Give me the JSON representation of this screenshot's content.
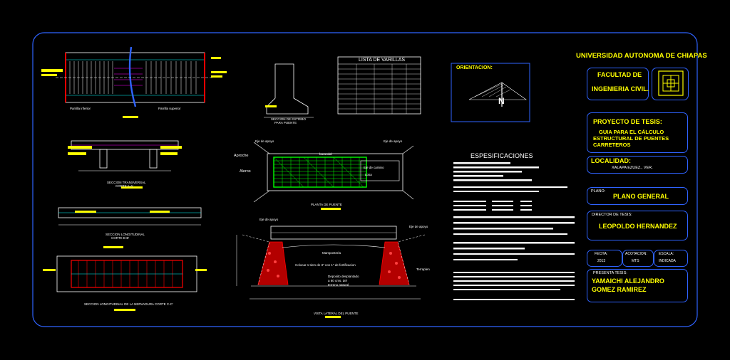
{
  "colors": {
    "background": "#000000",
    "border": "#2f63ff",
    "yellow": "#ffff00",
    "white": "#ffffff",
    "green": "#00ff00",
    "red": "#ff0000",
    "cyan": "#00ffff",
    "magenta": "#ff00ff"
  },
  "title_block": {
    "university": "UNIVERSIDAD AUTONOMA DE CHIAPAS",
    "faculty_line1": "FACULTAD DE",
    "faculty_line2": "INGENIERIA CIVIL.",
    "logo": "unach-emblem-icon",
    "project_label": "PROYECTO DE TESIS:",
    "project_line1": "GUIA PARA EL CÁLCULO",
    "project_line2": "ESTRUCTURAL DE PUENTES",
    "project_line3": "CARRETEROS",
    "locality_label": "LOCALIDAD:",
    "locality_value": "XALAPA EZUEZ., VER.",
    "plan_label": "PLANO:",
    "plan_value": "PLANO GENERAL",
    "director_label": "DIRECTOR DE TESIS:",
    "director_value": "LEOPOLDO HERNANDEZ",
    "date_label": "FECHA:",
    "date_value": "2013",
    "units_label": "ACOTACION:",
    "units_value": "MTS",
    "scale_label": "ESCALA:",
    "scale_value": "INDICADA",
    "presenter_label": "PRESENTA TESIS:",
    "presenter_line1": "YAMAICHI ALEJANDRO",
    "presenter_line2": "GOMEZ RAMIREZ"
  },
  "orientation": {
    "label": "ORIENTACION:",
    "north": "N"
  },
  "specifications": {
    "title": "ESPESIFICACIONES"
  },
  "rebar_table": {
    "title": "LISTA DE VARILLAS"
  },
  "views": {
    "plan_caption": "PLANTA DE PUENTE",
    "side_caption": "VISTA LATERAL DEL PUENTE",
    "transversal_caption1": "SECCION TRANSVERSAL",
    "transversal_caption2": "CORTE A-A'",
    "longitudinal_caption1": "SECCION LONGITUDINAL",
    "longitudinal_caption2": "CORTE B-B'",
    "nervadura_caption": "SECCION LONGITUDINAL DE LA NERVADURA CORTE C-C'",
    "stirrup_caption1": "SECCION DE ESTRIBO",
    "stirrup_caption2": "PARA PUENTE",
    "lower_parrilla": "Parrilla inferior",
    "upper_parrilla": "Parrilla superior",
    "approach": "Aproche",
    "wings": "Aleros",
    "support_axis": "Eje de apoyo",
    "guardrail": "barandal",
    "slab": "Losa",
    "rib_axis": "Eje de camino",
    "stone_masonry": "Mamposteria",
    "concrete_fill": "Colocar 1 tiem de 3\" con 1\" de fortificacion",
    "deposit1": "Deposito desplantado",
    "deposit2": "a 60 cms. del",
    "deposit3": "terreno natural",
    "terrain": "Terraplen"
  }
}
